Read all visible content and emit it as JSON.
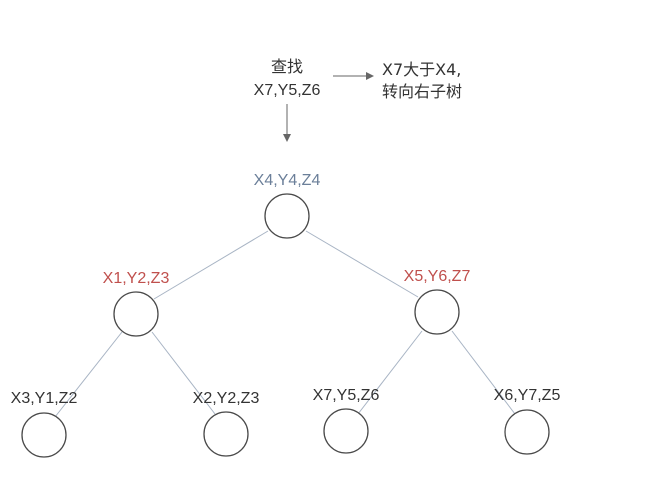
{
  "query": {
    "heading": "查找",
    "point": "X7,Y5,Z6"
  },
  "note": {
    "line1": "X7大于X4,",
    "line2": "转向右子树"
  },
  "nodes": {
    "root": {
      "label": "X4,Y4,Z4"
    },
    "left": {
      "label": "X1,Y2,Z3"
    },
    "right": {
      "label": "X5,Y6,Z7"
    },
    "left_left": {
      "label": "X3,Y1,Z2"
    },
    "left_right": {
      "label": "X2,Y2,Z3"
    },
    "right_left": {
      "label": "X7,Y5,Z6"
    },
    "right_right": {
      "label": "X6,Y7,Z5"
    }
  },
  "colors": {
    "root_label": "#6b7f99",
    "visited_label": "#c0504d",
    "text": "#333333",
    "edge": "#a8b4c4",
    "node_stroke": "#4a4a4a",
    "arrow": "#666666"
  }
}
